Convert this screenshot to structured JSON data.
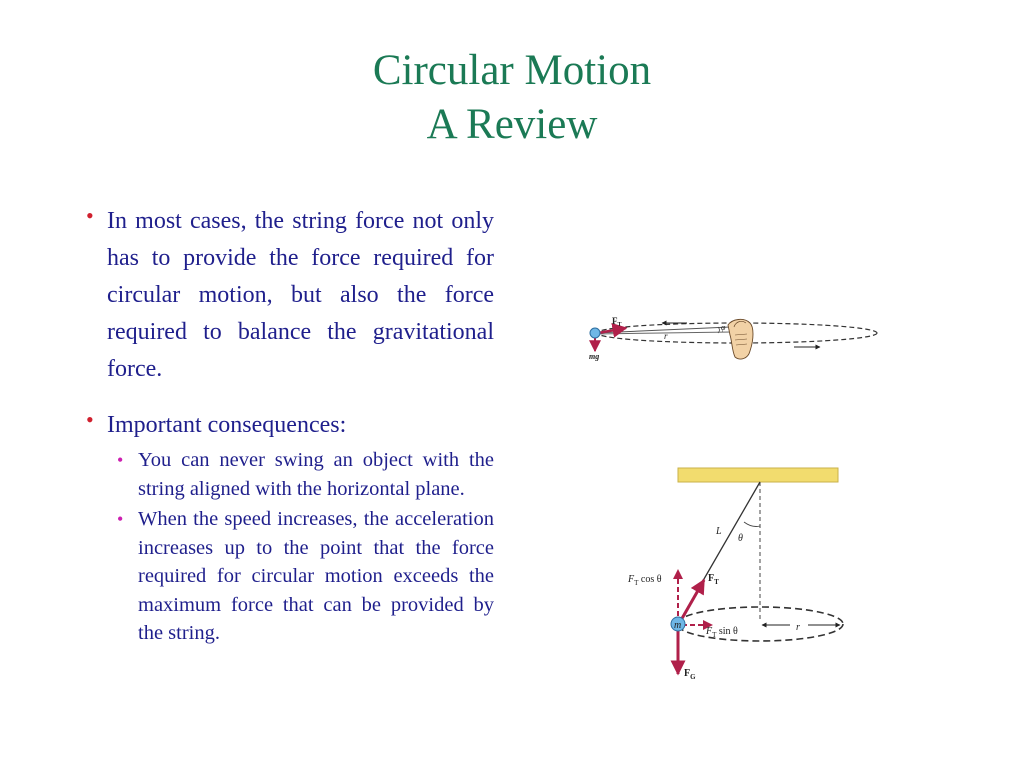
{
  "slide": {
    "title_line1": "Circular Motion",
    "title_line2": "A Review"
  },
  "bullets": [
    {
      "text": "In most cases, the string force not only has to provide the force required for circular motion, but also the force required to balance the gravitational force."
    },
    {
      "text": "Important consequences:",
      "sub": [
        {
          "text": "You can never swing an object with the string aligned with the horizontal plane."
        },
        {
          "text": "When the speed increases, the acceleration increases up to the point that the force required for circular motion exceeds the maximum force that can be provided by the string."
        }
      ]
    }
  ],
  "figure_top": {
    "labels": {
      "ft": "F",
      "ft_sub": "T",
      "phi": "φ",
      "r": "r",
      "mg": "mg"
    }
  },
  "figure_bottom": {
    "labels": {
      "L": "L",
      "theta": "θ",
      "ft": "F",
      "ft_sub": "T",
      "ftcos_main": "F",
      "ftcos_sub": "T",
      "ftcos_trail": " cos θ",
      "ftsin_main": "F",
      "ftsin_sub": "T",
      "ftsin_trail": " sin θ",
      "m": "m",
      "r": "r",
      "fg": "F",
      "fg_sub": "G"
    }
  },
  "colors": {
    "title": "#1b7a55",
    "text": "#1f1f8c",
    "bullet_level1": "#d0202e",
    "bullet_level2": "#cc1fb0",
    "force_arrow": "#b0204a",
    "ceiling": "#f2dc6e"
  }
}
